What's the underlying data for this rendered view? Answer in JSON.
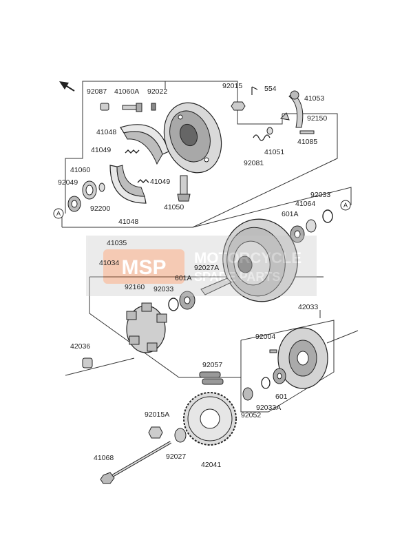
{
  "diagram": {
    "circle_marker": "A",
    "parts": [
      "92087",
      "41060A",
      "92022",
      "92015",
      "554",
      "41053",
      "41048",
      "41049",
      "41049",
      "41048",
      "41051",
      "41085",
      "92150",
      "92081",
      "41060",
      "92049",
      "92200",
      "41050",
      "41035",
      "92033",
      "41064",
      "601A",
      "41034",
      "92027A",
      "92160",
      "92033",
      "601A",
      "42033",
      "42036",
      "92004",
      "92057",
      "601",
      "92033A",
      "92052",
      "92015A",
      "92027",
      "42041",
      "41068"
    ]
  },
  "watermark": {
    "brand": "MSP",
    "line1": "MOTORCYCLE",
    "line2": "SPARE PARTS"
  }
}
